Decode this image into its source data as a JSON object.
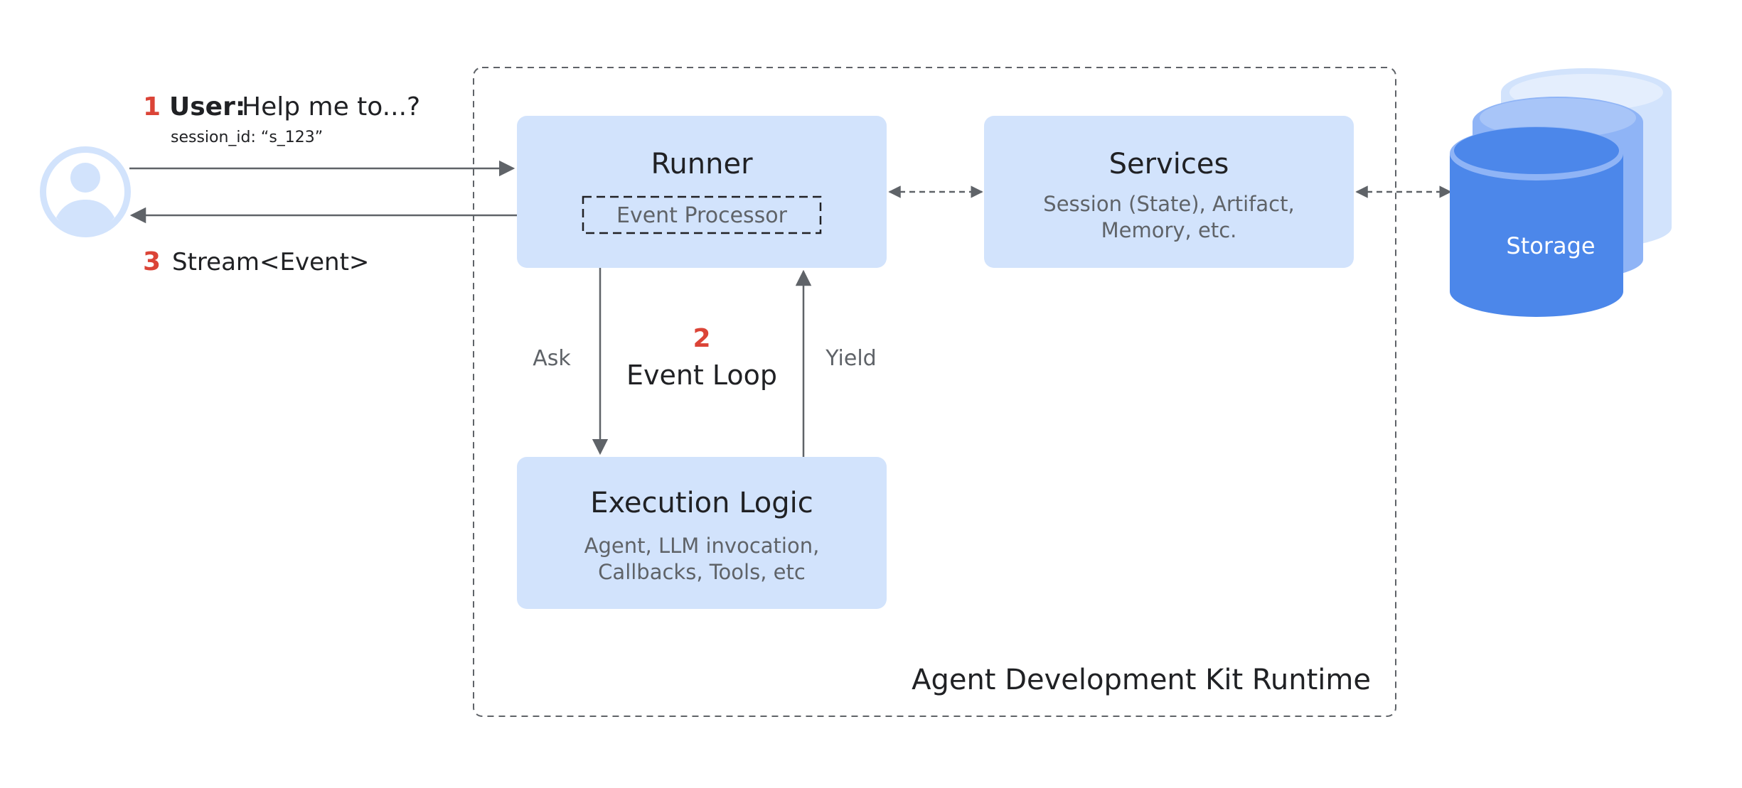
{
  "user_message": {
    "step": "1",
    "speaker": "User:",
    "text": "Help me to...?",
    "session": "session_id: “s_123”"
  },
  "response": {
    "step": "3",
    "text": "Stream<Event>"
  },
  "runtime": {
    "label": "Agent Development Kit Runtime"
  },
  "runner": {
    "title": "Runner",
    "processor": "Event Processor"
  },
  "services": {
    "title": "Services",
    "line1": "Session (State), Artifact,",
    "line2": "Memory, etc."
  },
  "execution": {
    "title": "Execution Logic",
    "line1": "Agent, LLM invocation,",
    "line2": "Callbacks, Tools, etc"
  },
  "event_loop": {
    "step": "2",
    "label": "Event Loop",
    "ask": "Ask",
    "yield": "Yield"
  },
  "storage": {
    "label": "Storage"
  },
  "colors": {
    "box_fill": "#d2e3fc",
    "step_red": "#db4437",
    "storage_front": "#4c87ea",
    "storage_mid": "#8fb4f6",
    "storage_back": "#d2e3fc",
    "arrow": "#5f6368"
  },
  "icons": {
    "user": "user-avatar-icon",
    "storage": "database-icon"
  }
}
